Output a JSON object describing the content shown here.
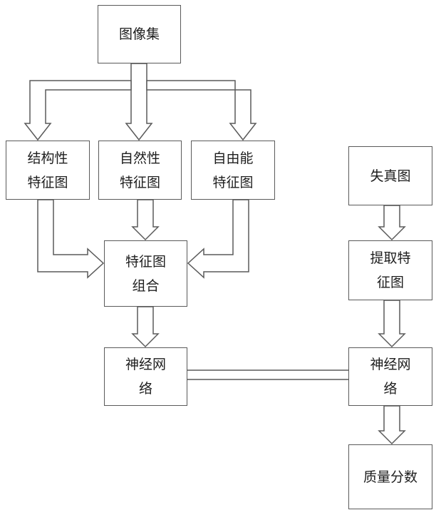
{
  "nodes": {
    "image_set": "图像集",
    "structure_map": "结构性\n特征图",
    "naturalness_map": "自然性\n特征图",
    "free_energy_map": "自由能\n特征图",
    "feature_combination": "特征图\n组合",
    "neural_network_left": "神经网\n络",
    "distorted_image": "失真图",
    "extract_feature_map": "提取特\n征图",
    "neural_network_right": "神经网\n络",
    "quality_score": "质量分数"
  },
  "colors": {
    "stroke": "#5a5a5a",
    "text": "#1e1e1e",
    "background": "#ffffff"
  }
}
